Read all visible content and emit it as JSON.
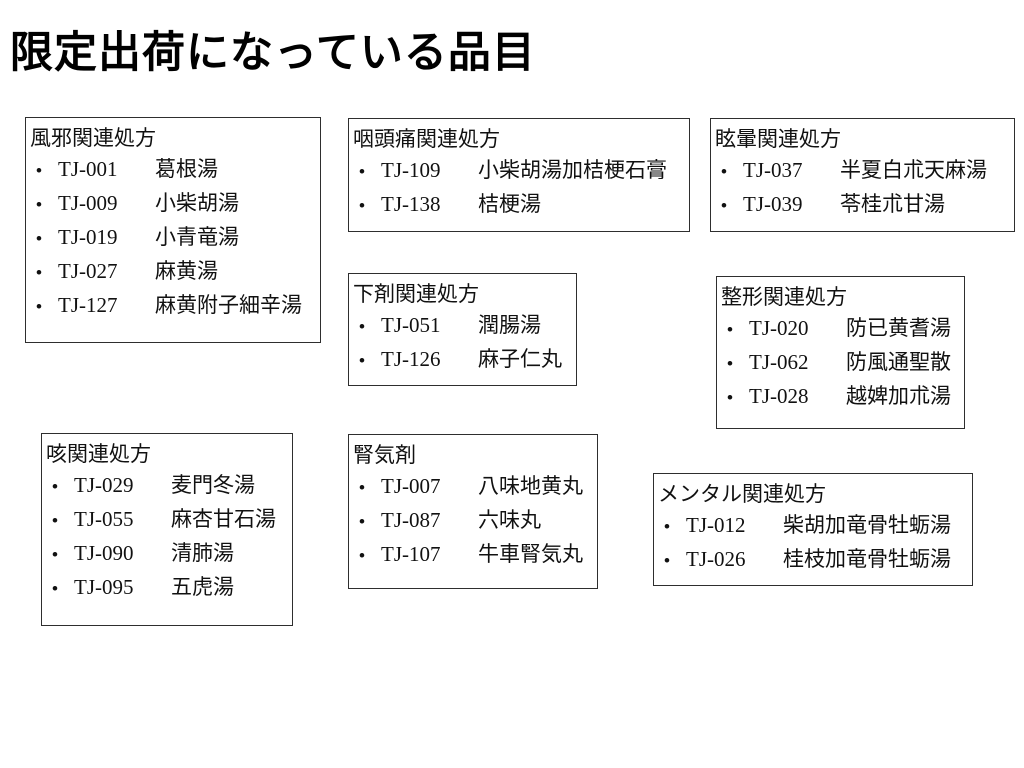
{
  "page": {
    "title": "限定出荷になっている品目",
    "bullet_glyph": "•",
    "background_color": "#ffffff",
    "text_color": "#111111",
    "border_color": "#2e2e2e"
  },
  "boxes": [
    {
      "heading": "風邪関連処方",
      "items": [
        {
          "code": "TJ-001",
          "name": "葛根湯"
        },
        {
          "code": "TJ-009",
          "name": "小柴胡湯"
        },
        {
          "code": "TJ-019",
          "name": "小青竜湯"
        },
        {
          "code": "TJ-027",
          "name": "麻黄湯"
        },
        {
          "code": "TJ-127",
          "name": "麻黄附子細辛湯"
        }
      ]
    },
    {
      "heading": "咽頭痛関連処方",
      "items": [
        {
          "code": "TJ-109",
          "name": "小柴胡湯加桔梗石膏"
        },
        {
          "code": "TJ-138",
          "name": "桔梗湯"
        }
      ]
    },
    {
      "heading": "眩暈関連処方",
      "items": [
        {
          "code": "TJ-037",
          "name": "半夏白朮天麻湯"
        },
        {
          "code": "TJ-039",
          "name": "苓桂朮甘湯"
        }
      ]
    },
    {
      "heading": "下剤関連処方",
      "items": [
        {
          "code": "TJ-051",
          "name": "潤腸湯"
        },
        {
          "code": "TJ-126",
          "name": "麻子仁丸"
        }
      ]
    },
    {
      "heading": "整形関連処方",
      "items": [
        {
          "code": "TJ-020",
          "name": "防已黄耆湯"
        },
        {
          "code": "TJ-062",
          "name": "防風通聖散"
        },
        {
          "code": "TJ-028",
          "name": "越婢加朮湯"
        }
      ]
    },
    {
      "heading": "咳関連処方",
      "items": [
        {
          "code": "TJ-029",
          "name": "麦門冬湯"
        },
        {
          "code": "TJ-055",
          "name": "麻杏甘石湯"
        },
        {
          "code": "TJ-090",
          "name": "清肺湯"
        },
        {
          "code": "TJ-095",
          "name": "五虎湯"
        }
      ]
    },
    {
      "heading": "腎気剤",
      "items": [
        {
          "code": "TJ-007",
          "name": "八味地黄丸"
        },
        {
          "code": "TJ-087",
          "name": "六味丸"
        },
        {
          "code": "TJ-107",
          "name": "牛車腎気丸"
        }
      ]
    },
    {
      "heading": "メンタル関連処方",
      "items": [
        {
          "code": "TJ-012",
          "name": "柴胡加竜骨牡蛎湯"
        },
        {
          "code": "TJ-026",
          "name": "桂枝加竜骨牡蛎湯"
        }
      ]
    }
  ]
}
